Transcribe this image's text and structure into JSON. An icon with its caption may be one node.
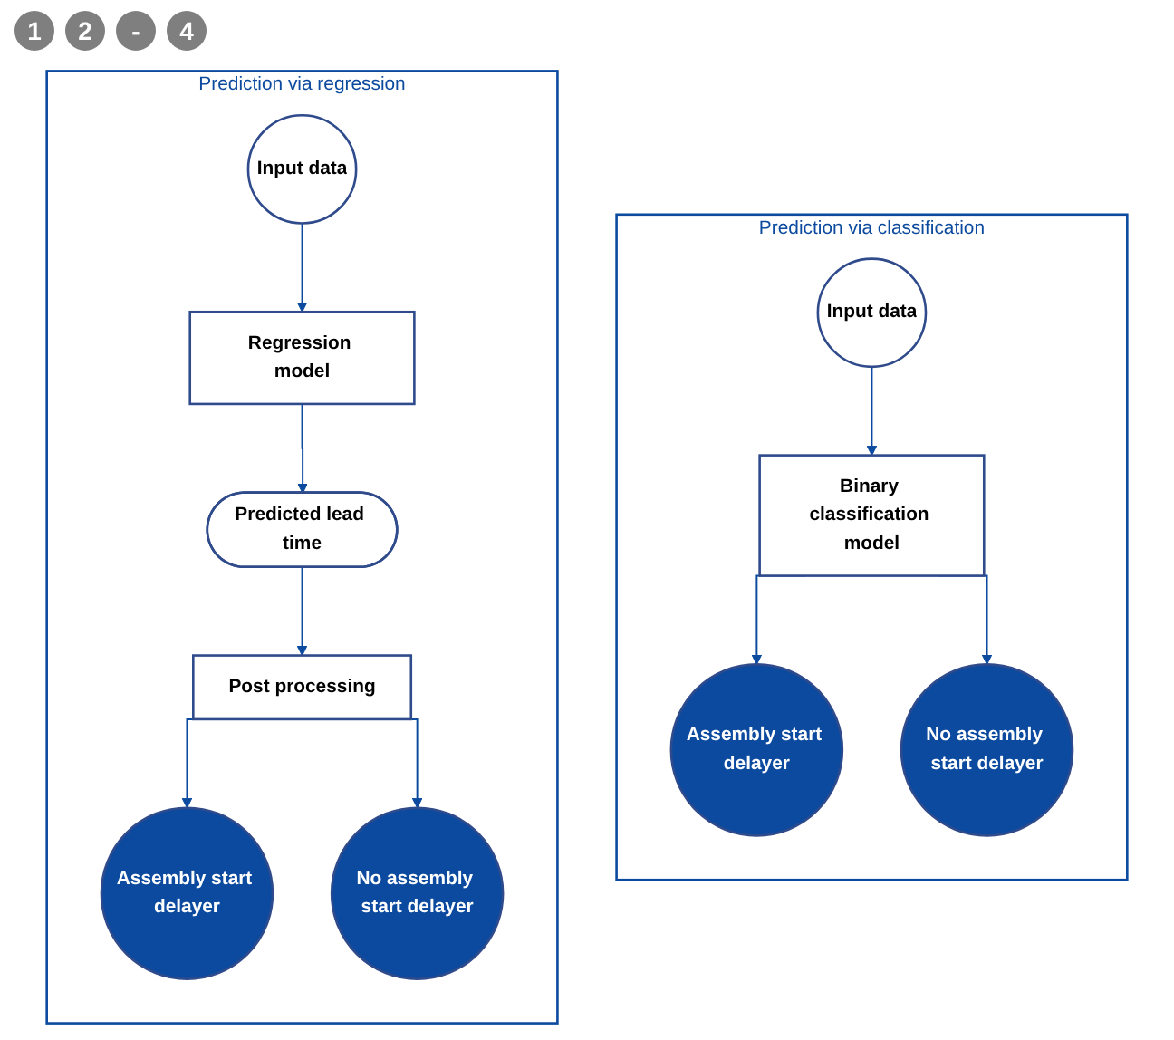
{
  "diagram": {
    "nodes": [
      {
        "text": [
          "Prediction via classification"
        ]
      },
      {
        "text": [
          "Input data"
        ],
        "in": 0
      },
      {
        "text": [
          "Binary classification model"
        ],
        "in": 0
      },
      {
        "text": [
          "Assembly start delayer"
        ],
        "in": 0
      },
      {
        "text": [
          "No assembly start delayer"
        ],
        "in": 0
      },
      {
        "text": [
          "Prediction via regression"
        ]
      },
      {
        "text": [
          "Input data"
        ],
        "in": 5
      },
      {
        "text": [
          "Regression model"
        ],
        "in": 5
      },
      {
        "text": [
          "Predicted lead time"
        ],
        "in": 5
      },
      {
        "text": [
          "Post processing"
        ],
        "in": 5
      },
      {
        "text": [
          "Assembly start delayer"
        ],
        "in": 5
      },
      {
        "text": [
          "No assembly start delayer"
        ],
        "in": 5
      }
    ],
    "edges": [
      {
        "from": 1,
        "to": 2,
        "arrow": "to"
      },
      {
        "from": 2,
        "to": 3,
        "arrow": "to"
      },
      {
        "from": 2,
        "to": 4,
        "arrow": "to"
      },
      {
        "from": 6,
        "to": 7,
        "arrow": "to"
      },
      {
        "from": 7,
        "to": 8,
        "arrow": "to"
      },
      {
        "from": 8,
        "to": 9,
        "arrow": "to"
      },
      {
        "from": 9,
        "to": 10,
        "arrow": "to"
      },
      {
        "from": 9,
        "to": 11,
        "arrow": "to"
      }
    ],
    "labels": [
      "1",
      "2",
      "-",
      "4"
    ]
  }
}
